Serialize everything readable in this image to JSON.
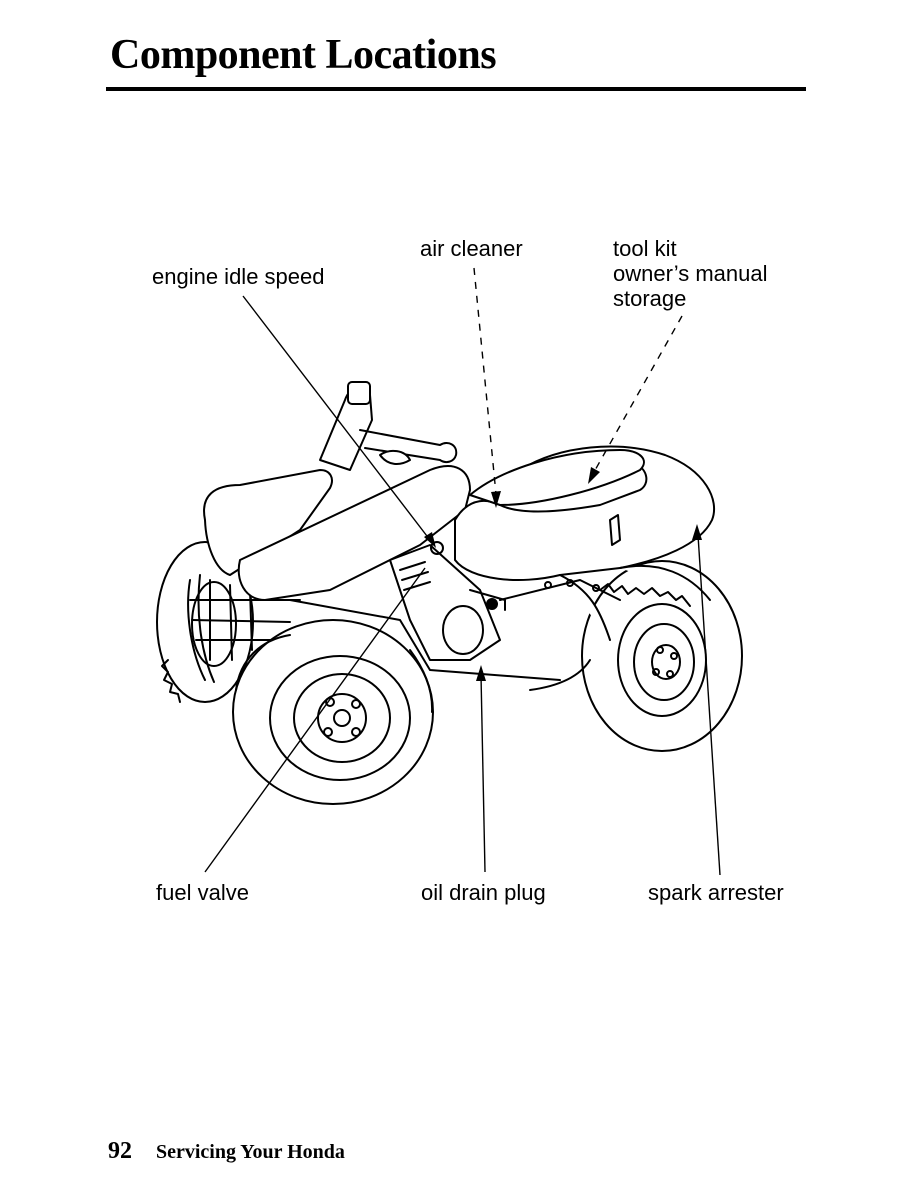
{
  "page": {
    "title": "Component Locations",
    "page_number": "92",
    "section": "Servicing Your Honda"
  },
  "callouts": {
    "engine_idle_speed": "engine idle speed",
    "air_cleaner": "air cleaner",
    "tool_kit_lines": [
      "tool kit",
      "owner’s manual",
      "storage"
    ],
    "fuel_valve": "fuel valve",
    "oil_drain_plug": "oil drain plug",
    "spark_arrester": "spark arrester"
  }
}
